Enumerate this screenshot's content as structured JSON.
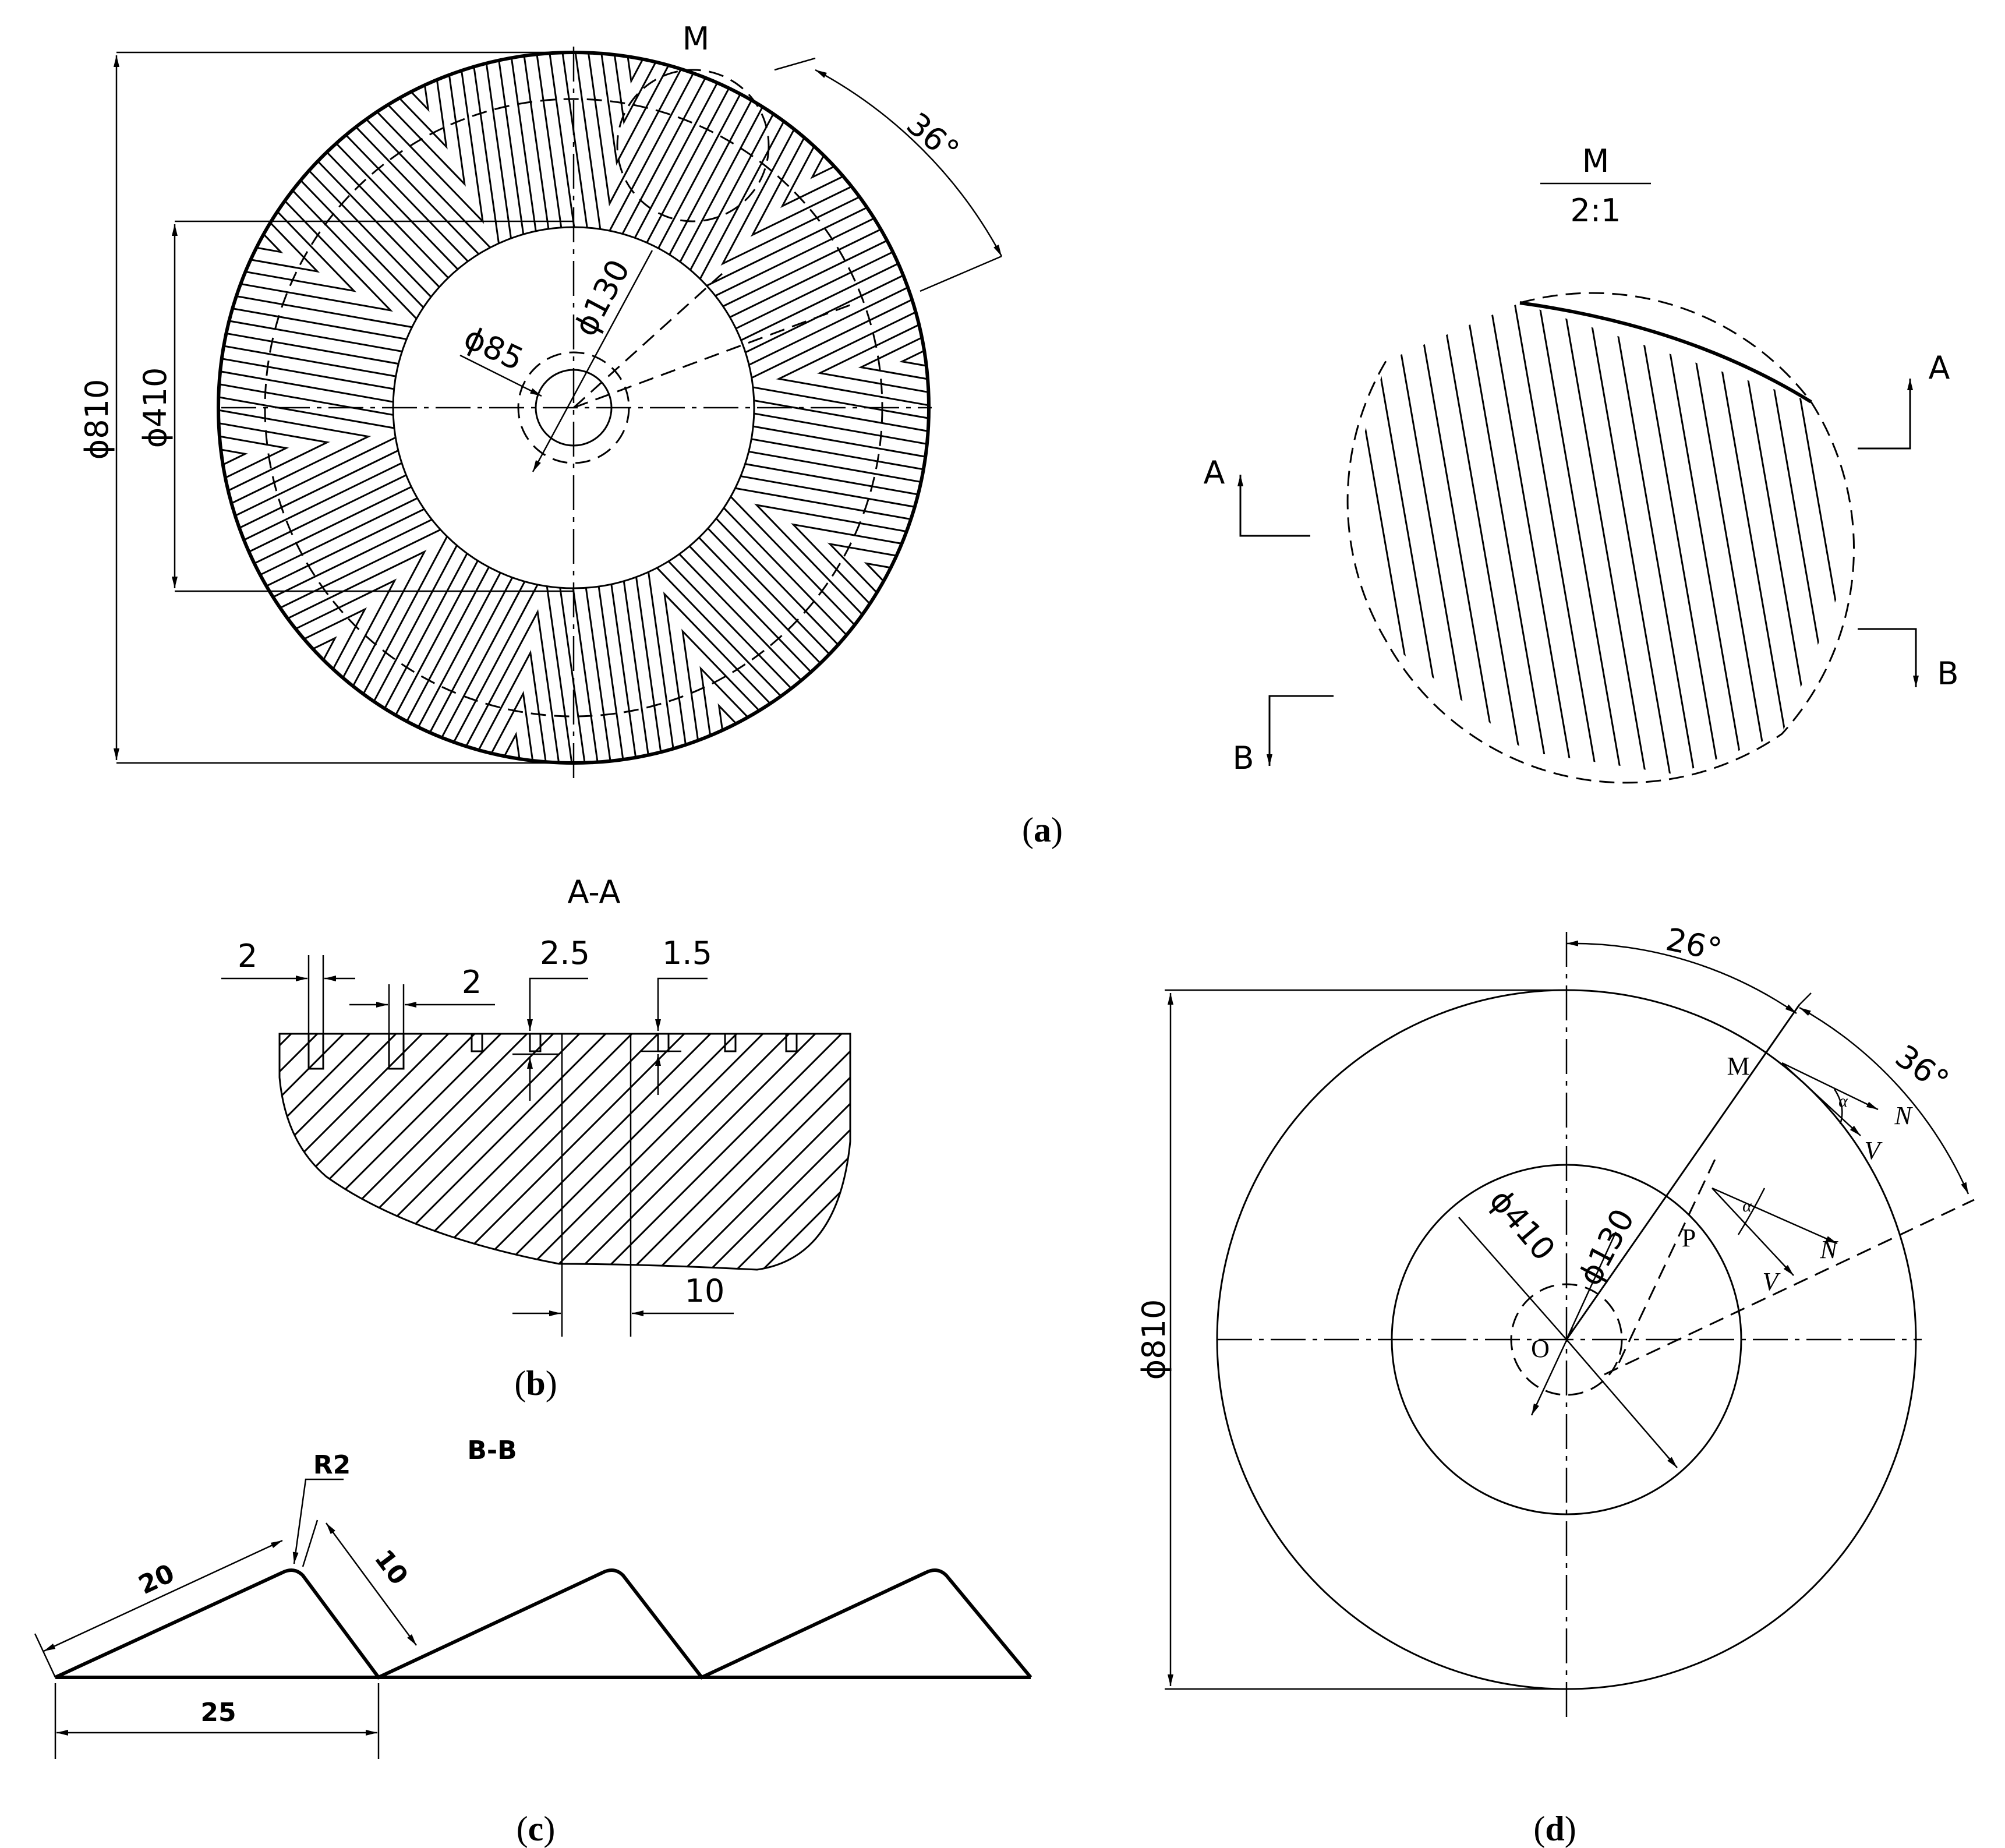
{
  "panel_a": {
    "caption": "a",
    "detail_label": "M",
    "dims": {
      "d810": "ϕ810",
      "d410": "ϕ410",
      "d130": "ϕ130",
      "d85": "ϕ85",
      "angle36": "36°"
    }
  },
  "detail_m": {
    "title": "M",
    "scale": "2:1",
    "section_a": "A",
    "section_b": "B"
  },
  "panel_b": {
    "caption": "b",
    "title": "A-A",
    "dims": {
      "w2_left": "2",
      "w2_right": "2",
      "depth25": "2.5",
      "depth15": "1.5",
      "pitch10": "10"
    }
  },
  "panel_c": {
    "caption": "c",
    "title": "B-B",
    "dims": {
      "radius": "R2",
      "len20": "20",
      "len10": "10",
      "pitch25": "25"
    }
  },
  "panel_d": {
    "caption": "d",
    "dims": {
      "d810": "ϕ810",
      "d410": "ϕ410",
      "d130": "ϕ130",
      "angle26": "26°",
      "angle36": "36°"
    },
    "points": {
      "M": "M",
      "P": "P",
      "O": "O"
    },
    "vectors": {
      "N": "N",
      "V": "V",
      "alpha": "α"
    }
  }
}
